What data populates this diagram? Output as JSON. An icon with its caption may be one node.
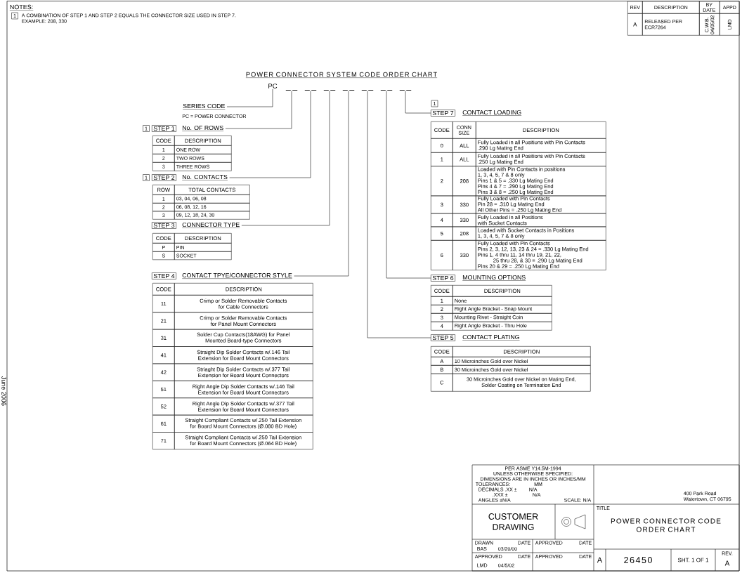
{
  "diagram": {
    "title": "POWER CONNECTOR SYSTEM CODE ORDER CHART",
    "nodes": [
      {
        "text": [
          "PC"
        ]
      },
      {
        "text": [],
        "shape": "line"
      },
      {
        "text": [],
        "shape": "line"
      },
      {
        "text": [],
        "shape": "line"
      },
      {
        "text": [],
        "shape": "line"
      },
      {
        "text": [],
        "shape": "line"
      },
      {
        "text": [],
        "shape": "line"
      },
      {
        "text": [],
        "shape": "line"
      },
      {
        "text": [
          "SERIES CODE"
        ],
        "beside": [
          "PC = POWER CONNECTOR"
        ]
      },
      {
        "text": [
          "STEP 1"
        ]
      },
      {
        "text": [
          "No. OF ROWS"
        ]
      },
      {
        "text": [
          "STEP 2"
        ]
      },
      {
        "text": [
          "No. CONTACTS"
        ]
      },
      {
        "text": [
          "STEP 3"
        ]
      },
      {
        "text": [
          "CONNECTOR TYPE"
        ]
      },
      {
        "text": [
          "STEP 4"
        ]
      },
      {
        "text": [
          "CONTACT TPYE/CONNECTOR STYLE"
        ]
      },
      {
        "text": [
          "STEP 7"
        ]
      },
      {
        "text": [
          "CONTACT LOADING"
        ]
      },
      {
        "text": [
          "STEP 6"
        ]
      },
      {
        "text": [
          "MOUNTING OPTIONS"
        ]
      },
      {
        "text": [
          "STEP 5"
        ]
      },
      {
        "text": [
          "CONTACT PLATING"
        ]
      }
    ],
    "edges": [
      {
        "from": 8,
        "to": 0,
        "arrow": "none"
      },
      {
        "from": 10,
        "to": 1,
        "arrow": "none"
      },
      {
        "from": 12,
        "to": 2,
        "arrow": "none"
      },
      {
        "from": 14,
        "to": 3,
        "arrow": "none"
      },
      {
        "from": 16,
        "to": 4,
        "arrow": "none"
      },
      {
        "from": 21,
        "to": 5,
        "arrow": "none"
      },
      {
        "from": 19,
        "to": 6,
        "arrow": "none"
      },
      {
        "from": 17,
        "to": 7,
        "arrow": "none"
      }
    ],
    "labels": [
      "NOTES:",
      "1",
      "A COMBINATION OF STEP 1 AND STEP 2 EQUALS THE CONNECTOR SIZE USED IN STEP 7.",
      "EXAMPLE: 208, 330",
      "REV",
      "DESCRIPTION",
      "BY DATE",
      "APPD",
      "A",
      "RELEASED PER ECR7264",
      "C.W.B. 04/05/02",
      "LMD",
      "1",
      "CODE",
      "DESCRIPTION",
      "1",
      "ONE ROW",
      "2",
      "TWO ROWS",
      "3",
      "THREE ROWS",
      "1",
      "ROW",
      "TOTAL CONTACTS",
      "1",
      "03, 04, 06, 08",
      "2",
      "06, 08, 12, 16",
      "3",
      "09, 12, 18, 24, 30",
      "CODE",
      "DESCRIPTION",
      "P",
      "PIN",
      "S",
      "SOCKET",
      "CODE",
      "DESCRIPTION",
      "11",
      "Crimp or Solder Removable Contacts for Cable Connectors",
      "21",
      "Crimp or Solder Removable Contacts for Panel Mount Connectors",
      "31",
      "Solder Cup Contacts(18AWG) for Panel Mounted Board-type Connectors",
      "41",
      "Straight Dip Solder Contacts w/.146 Tail Extension for Board Mount Connectors",
      "42",
      "Striaght Dip Solder Contacts w/.377 Tail Extension for Board Mount Connectors",
      "51",
      "Right Angle Dip Solder Contacts w/.146 Tail Extension for Board Mount Connectors",
      "52",
      "Right Angle Dip Solder Contacts w/.377 Tail Extension for Board Mount Connectors",
      "61",
      "Straight Compliant Contacts w/.250 Tail Extension for Board Mount Connectors (Ø.080 BD Hole)",
      "71",
      "Straight Compliant Contacts w/.250 Tail Extension for Board Mount Connectors (Ø.064 BD Hole)",
      "1",
      "CODE",
      "CONN SIZE",
      "DESCRIPTION",
      "0",
      "ALL",
      "Fully Loaded in all Positions with Pin Contacts .290 Lg Mating End",
      "1",
      "ALL",
      "Fully Loaded in all Positions with Pin Contacts .250 Lg Mating End",
      "2",
      "208",
      "Loaded with Pin Contacts in positions 1, 3, 4, 5, 7 & 8 only Pins 1 & 5 = .330 Lg Mating End Pins 4 & 7 = .290 Lg Mating End Pins 3 & 8 = .250 Lg Mating End",
      "3",
      "330",
      "Fully Loaded with Pin Contacts Pin 28 = .310 Lg Mating End All Other Pins = .250 Lg Mating End",
      "4",
      "330",
      "Fully Loaded in all Positions with Socket Contacts",
      "5",
      "208",
      "Loaded with Socket Contacts in Positions 1, 3, 4, 5, 7 & 8 only",
      "6",
      "330",
      "Fully Loaded with Pin Contacts Pins 2, 3, 12, 13, 23 & 24 = .330 Lg Mating End Pins 1, 4 thru 11, 14 thru 19, 21, 22, 25 thru 28, & 30 = .290 Lg Mating End Pins 20 & 29 = .250 Lg Mating End",
      "CODE",
      "DESCRIPTION",
      "1",
      "None",
      "2",
      "Right Angle Bracket - Snap Mount",
      "3",
      "Mounting Rivet - Straight Coin",
      "4",
      "Right Angle Bracket - Thru Hole",
      "CODE",
      "DESCRIPTION",
      "A",
      "10 Microinches Gold over Nickel",
      "B",
      "30 Microinches Gold over Nickel",
      "C",
      "30 Microinches Gold over Nickel on Mating End, Solder Coating on Termination End",
      "PER ASME Y14.5M-1994",
      "UNLESS OTHERWISE SPECIFIED:",
      "DIMENSIONS ARE IN INCHES OR INCHES/MM",
      "TOLERANCES:",
      "MM",
      "DECIMALS .XX ±",
      "N/A",
      ".XXX ±",
      "N/A",
      "ANGLES ±N/A",
      "SCALE: N/A",
      "400 Park Road Watertown, CT 06795",
      "CUSTOMER DRAWING",
      "TITLE",
      "POWER CONNECTOR CODE ORDER CHART",
      "DRAWN",
      "DATE",
      "APPROVED",
      "DATE",
      "BAS",
      "03/20/00",
      "APPROVED",
      "DATE",
      "APPROVED",
      "DATE",
      "LMD",
      "04/5/02",
      "A",
      "26450",
      "SHT. 1 OF 1",
      "REV.",
      "A",
      "June 2006"
    ]
  }
}
